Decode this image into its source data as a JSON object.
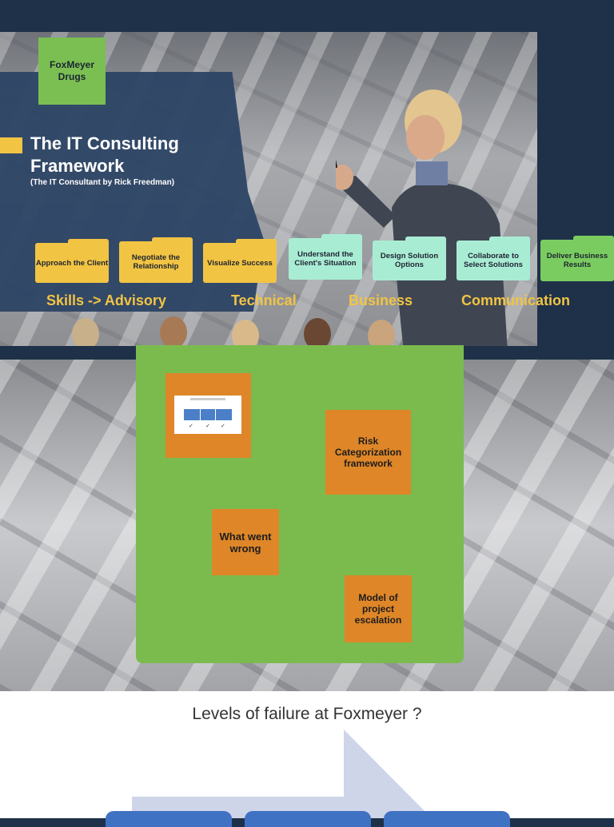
{
  "top_slide": {
    "company_label": "FoxMeyer Drugs",
    "title": "The IT Consulting Framework",
    "subtitle": "(The IT Consultant by Rick Freedman)",
    "steps": [
      {
        "label": "Approach the Client",
        "color": "#f2c443"
      },
      {
        "label": "Negotiate the Relationship",
        "color": "#f2c443"
      },
      {
        "label": "Visualize Success",
        "color": "#f2c443"
      },
      {
        "label": "Understand the Client's Situation",
        "color": "#a9ecd4"
      },
      {
        "label": "Design Solution Options",
        "color": "#a9ecd4"
      },
      {
        "label": "Collaborate to Select Solutions",
        "color": "#a9ecd4"
      },
      {
        "label": "Deliver Business Results",
        "color": "#7bcc60"
      }
    ],
    "skills": [
      "Skills -> Advisory",
      "Technical",
      "Business",
      "Communication"
    ]
  },
  "middle": {
    "cards": [
      {
        "label": "Risk Categorization framework"
      },
      {
        "label": "What went wrong"
      },
      {
        "label": "Model of project escalation"
      }
    ],
    "thumbnail_icon": "slide-thumbnail-icon"
  },
  "bottom_slide": {
    "title": "Levels of failure at Foxmeyer ?"
  },
  "colors": {
    "navy": "#1f3149",
    "yellow": "#f2c443",
    "mint": "#a9ecd4",
    "green": "#7bbb4e",
    "orange": "#de8628",
    "blue": "#3f72c2"
  }
}
